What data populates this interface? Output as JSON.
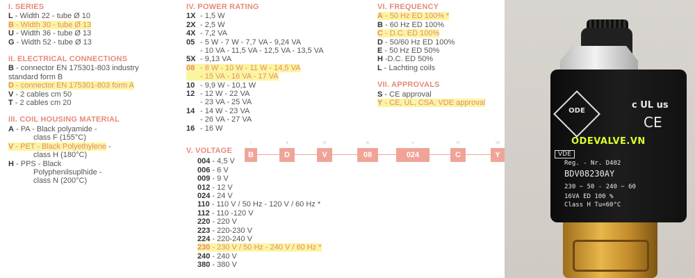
{
  "series": {
    "title": "I. SERIES",
    "items": [
      {
        "code": "L",
        "desc": "- Width 22 - tube Ø 10",
        "highlight": false
      },
      {
        "code": "B",
        "desc": "- Width 30 - tube Ø 13",
        "highlight": true
      },
      {
        "code": "U",
        "desc": "- Width 36 - tube Ø 13",
        "highlight": false
      },
      {
        "code": "G",
        "desc": "- Width 52 - tube Ø 13",
        "highlight": false
      }
    ]
  },
  "electrical": {
    "title": "II. ELECTRICAL CONNECTIONS",
    "items": [
      {
        "code": "B",
        "desc": "- connector EN 175301-803 industry",
        "cont": "standard form B",
        "highlight": false
      },
      {
        "code": "D",
        "desc": "- connector EN 175301-803 form A",
        "highlight": true
      },
      {
        "code": "V",
        "desc": "- 2 cables cm 50",
        "highlight": false
      },
      {
        "code": "T",
        "desc": "- 2 cables cm 20",
        "highlight": false
      }
    ]
  },
  "coil": {
    "title": "III. COIL HOUSING MATERIAL",
    "items": [
      {
        "code": "A",
        "desc": "- PA - Black polyamide -",
        "cont": "class F (155°C)",
        "highlight": false
      },
      {
        "code": "V",
        "desc": "- PET - Black Polyethylene",
        "tail": " -",
        "cont": "class H (180°C)",
        "highlight": true
      },
      {
        "code": "H",
        "desc": "- PPS - Black",
        "cont": "Polyphenilsuplhide -",
        "cont2": "class N (200°C)",
        "highlight": false
      }
    ]
  },
  "power": {
    "title": "IV. POWER RATING",
    "items": [
      {
        "code": "1X",
        "lines": [
          "- 1,5 W"
        ],
        "highlight": false
      },
      {
        "code": "2X",
        "lines": [
          "- 2,5 W"
        ],
        "highlight": false
      },
      {
        "code": "4X",
        "lines": [
          "- 7,2 VA"
        ],
        "highlight": false
      },
      {
        "code": "05",
        "lines": [
          "- 5 W - 7 W - 7,7 VA - 9,24 VA",
          "- 10 VA - 11,5 VA - 12,5 VA - 13,5 VA"
        ],
        "highlight": false
      },
      {
        "code": "5X",
        "lines": [
          "- 9,13 VA"
        ],
        "highlight": false
      },
      {
        "code": "08",
        "lines": [
          "- 8 W - 10 W - 11 W - 14,5 VA",
          "- 15 VA - 16 VA - 17 VA"
        ],
        "highlight": true
      },
      {
        "code": "10",
        "lines": [
          "- 9,9 W - 10,1 W"
        ],
        "highlight": false
      },
      {
        "code": "12",
        "lines": [
          "- 12 W - 22 VA",
          "- 23 VA - 25 VA"
        ],
        "highlight": false
      },
      {
        "code": "14",
        "lines": [
          "- 14 W - 23 VA",
          "- 26 VA - 27 VA"
        ],
        "highlight": false
      },
      {
        "code": "16",
        "lines": [
          "- 16 W"
        ],
        "highlight": false
      }
    ]
  },
  "voltage": {
    "title": "V. VOLTAGE",
    "items": [
      {
        "code": "004",
        "desc": "- 4,5 V",
        "highlight": false
      },
      {
        "code": "006",
        "desc": "- 6 V",
        "highlight": false
      },
      {
        "code": "009",
        "desc": "- 9 V",
        "highlight": false
      },
      {
        "code": "012",
        "desc": "- 12 V",
        "highlight": false
      },
      {
        "code": "024",
        "desc": "- 24 V",
        "highlight": false
      },
      {
        "code": "110",
        "desc": "- 110 V / 50 Hz - 120 V / 60 Hz *",
        "highlight": false
      },
      {
        "code": "112",
        "desc": "- 110 -120 V",
        "highlight": false
      },
      {
        "code": "220",
        "desc": "- 220 V",
        "highlight": false
      },
      {
        "code": "223",
        "desc": "- 220-230 V",
        "highlight": false
      },
      {
        "code": "224",
        "desc": "- 220-240 V",
        "highlight": false
      },
      {
        "code": "230",
        "desc": "- 230 V / 50 Hz - 240 V / 60 Hz *",
        "highlight": true
      },
      {
        "code": "240",
        "desc": "- 240 V",
        "highlight": false
      },
      {
        "code": "380",
        "desc": "- 380 V",
        "highlight": false
      }
    ]
  },
  "frequency": {
    "title": "VI. FREQUENCY",
    "items": [
      {
        "code": "A",
        "desc": "- 50 Hz ED 100% *",
        "highlight": true
      },
      {
        "code": "B",
        "desc": "- 60 Hz ED 100%",
        "highlight": false
      },
      {
        "code": "C",
        "desc": "- D.C. ED 100%",
        "highlight": true
      },
      {
        "code": "D",
        "desc": "- 50/60 Hz ED 100%",
        "highlight": false
      },
      {
        "code": "E",
        "desc": "- 50 Hz ED 50%",
        "highlight": false
      },
      {
        "code": "H",
        "desc": "-D.C. ED 50%",
        "highlight": false
      },
      {
        "code": "L",
        "desc": "- Lachting coils",
        "highlight": false
      }
    ]
  },
  "approvals": {
    "title": "VII. APPROVALS",
    "items": [
      {
        "code": "S",
        "desc": "- CE approval",
        "highlight": false
      },
      {
        "code": "Y",
        "desc": "- CE, UL, CSA, VDE approval",
        "highlight": true
      }
    ]
  },
  "configurator": {
    "roman": [
      "I",
      "II",
      "III",
      "IV",
      "V",
      "VI",
      "VII"
    ],
    "values": [
      "B",
      "D",
      "V",
      "08",
      "024",
      "C",
      "Y"
    ]
  },
  "photo": {
    "site": "ODEVALVE.VN",
    "ce_mark": "CE",
    "ul_mark": "c UL us",
    "vde": "VDE",
    "logo": "ODE",
    "reg": "Reg. - Nr. D402",
    "model": "BDV08230AY",
    "volt": "230 ~ 50 - 240 ~ 60",
    "rating": "16VA   ED 100 %",
    "class": "Class H   Tu=60°C"
  },
  "colors": {
    "accent": "#e58a7a",
    "highlight": "#fbf5a0",
    "box": "#f0a497"
  }
}
